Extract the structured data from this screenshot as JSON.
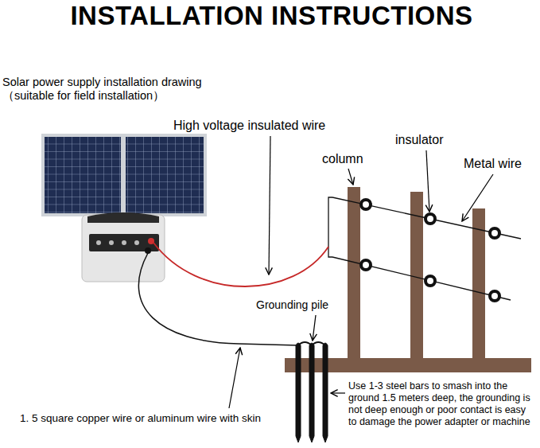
{
  "diagram": {
    "title": "INSTALLATION INSTRUCTIONS",
    "labels": [
      "Solar power supply installation drawing （suitable for field installation）",
      "High voltage insulated wire",
      "column",
      "insulator",
      "Metal wire",
      "Grounding pile",
      "Use 1-3 steel bars to smash into the ground 1.5 meters deep, the grounding is not deep enough or poor contact is easy to damage the power adapter or machine",
      "1. 5 square copper wire or aluminum wire with skin"
    ]
  }
}
